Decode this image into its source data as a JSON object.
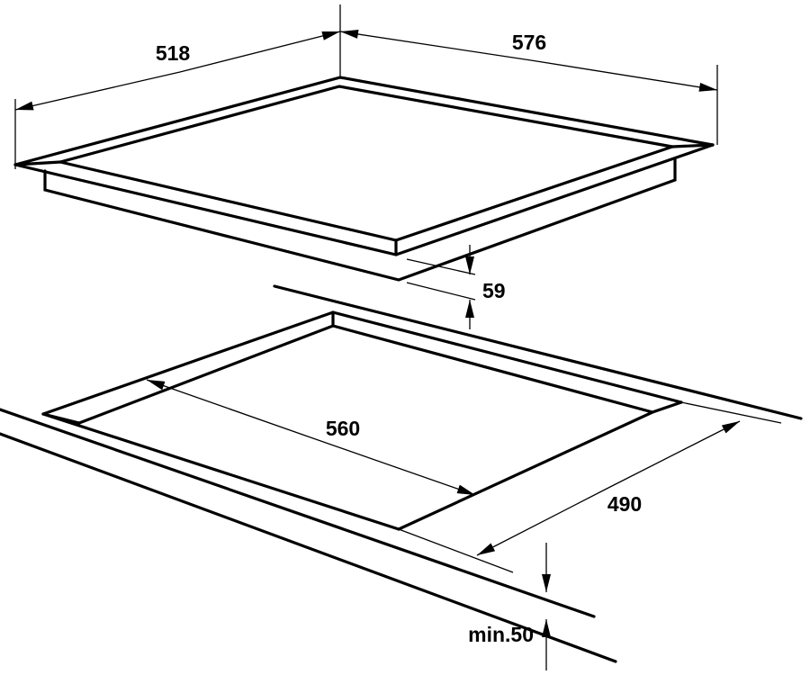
{
  "diagram": {
    "line_color": "#000000",
    "background": "#ffffff",
    "dimensions": {
      "hob_depth": "518",
      "hob_width": "576",
      "hob_height": "59",
      "cutout_width": "560",
      "cutout_depth": "490",
      "worktop_min_thickness": "min.50"
    }
  }
}
